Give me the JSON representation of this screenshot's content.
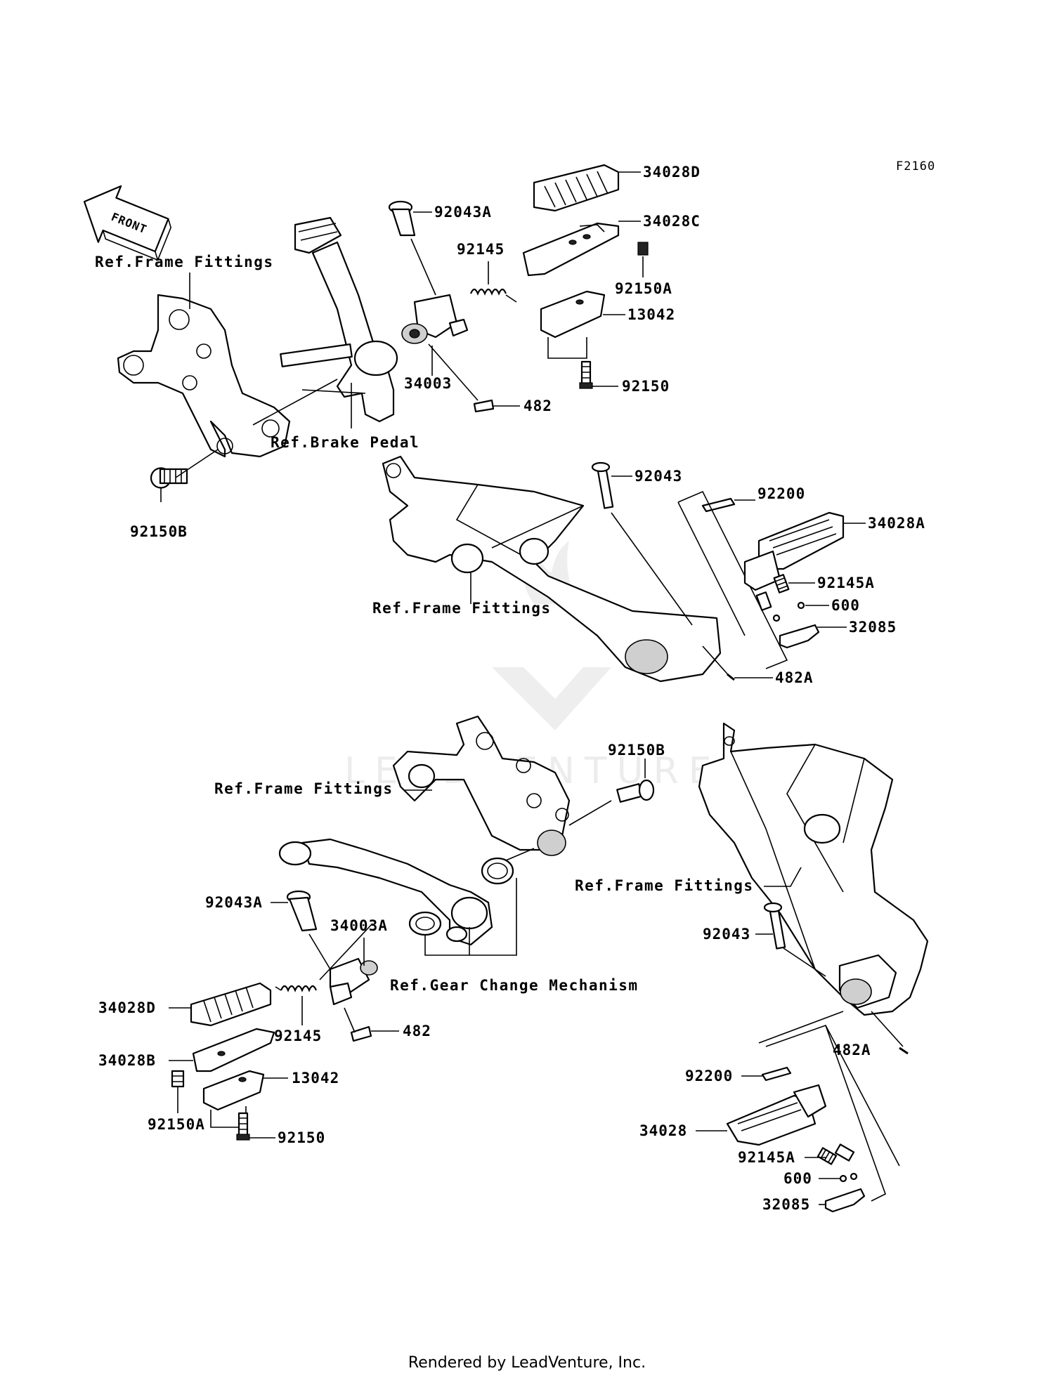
{
  "figure_code": "F2160",
  "front_arrow_label": "FRONT",
  "watermark_text": "LEADVENTURE",
  "footer": "Rendered by LeadVenture, Inc.",
  "refs": {
    "frame_fittings_1": "Ref.Frame Fittings",
    "brake_pedal": "Ref.Brake Pedal",
    "frame_fittings_2": "Ref.Frame Fittings",
    "frame_fittings_3": "Ref.Frame Fittings",
    "frame_fittings_4": "Ref.Frame Fittings",
    "gear_change": "Ref.Gear Change Mechanism"
  },
  "parts": {
    "p34028D_top": "34028D",
    "p92043A_top": "92043A",
    "p34028C": "34028C",
    "p92145_top": "92145",
    "p92150A_top": "92150A",
    "p13042_top": "13042",
    "p34003": "34003",
    "p92150_top": "92150",
    "p482_top": "482",
    "p92150B_top": "92150B",
    "p92043_mid": "92043",
    "p92200_mid": "92200",
    "p34028A": "34028A",
    "p92145A_mid": "92145A",
    "p600_mid": "600",
    "p32085_mid": "32085",
    "p482A_mid": "482A",
    "p92150B_low": "92150B",
    "p92043A_low": "92043A",
    "p34003A": "34003A",
    "p34028D_low": "34028D",
    "p34028B": "34028B",
    "p92145_low": "92145",
    "p482_low": "482",
    "p13042_low": "13042",
    "p92150A_low": "92150A",
    "p92150_low": "92150",
    "p92043_low": "92043",
    "p482A_low": "482A",
    "p92200_low": "92200",
    "p34028_low": "34028",
    "p92145A_low": "92145A",
    "p600_low": "600",
    "p32085_low": "32085"
  }
}
